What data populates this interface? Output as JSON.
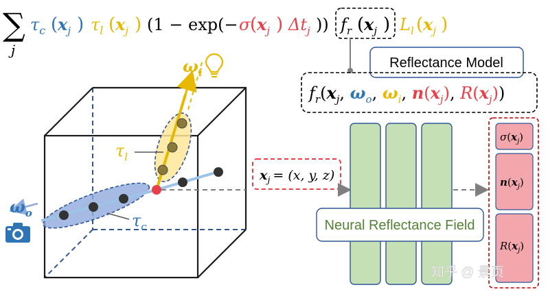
{
  "equation": {
    "sum_symbol": "∑",
    "sum_index": "j",
    "tau_c": "τ",
    "tau_c_sub": "c",
    "tau_l": "τ",
    "tau_l_sub": "l",
    "x": "x",
    "x_sub": "j",
    "one_minus_exp": "(1 − exp(−",
    "sigma": "σ",
    "delta_t": "Δt",
    "delta_t_sub": "j",
    "close": "))",
    "f": "f",
    "f_sub": "r",
    "L": "L",
    "L_sub": "l"
  },
  "reflectance_model": {
    "title": "Reflectance Model",
    "formula_f": "f",
    "formula_f_sub": "r",
    "omega_o": "ω",
    "omega_o_sub": "o",
    "omega_i": "ω",
    "omega_i_sub": "i",
    "n": "n",
    "R": "R"
  },
  "scene": {
    "omega_i_label": "ω",
    "omega_i_sub": "i",
    "omega_o_label": "ω",
    "omega_o_sub": "o",
    "tau_l_label": "τ",
    "tau_l_sub": "l",
    "tau_c_label": "τ",
    "tau_c_sub": "c",
    "xj_label_main": "x",
    "xj_label_sub": "j",
    "xj_label_rest": "= (x, y, z)"
  },
  "network": {
    "title": "Neural Reflectance Field"
  },
  "outputs": {
    "sigma": "σ",
    "n": "n",
    "R": "R",
    "x": "x",
    "x_sub": "j"
  },
  "watermark": "知乎 @ 景页",
  "colors": {
    "blue": "#2e75b6",
    "gold": "#e6b800",
    "red": "#e8404a",
    "green_fill": "#c5e0b4",
    "green_text": "#548235",
    "pink_fill": "#f4a6ad",
    "cube": "#1a1a1a",
    "dashed_blue": "#2f5597",
    "ellipse_blue": "#8faadc",
    "ellipse_gold": "#ffe699"
  },
  "icons": [
    "lightbulb-icon",
    "camera-icon"
  ]
}
